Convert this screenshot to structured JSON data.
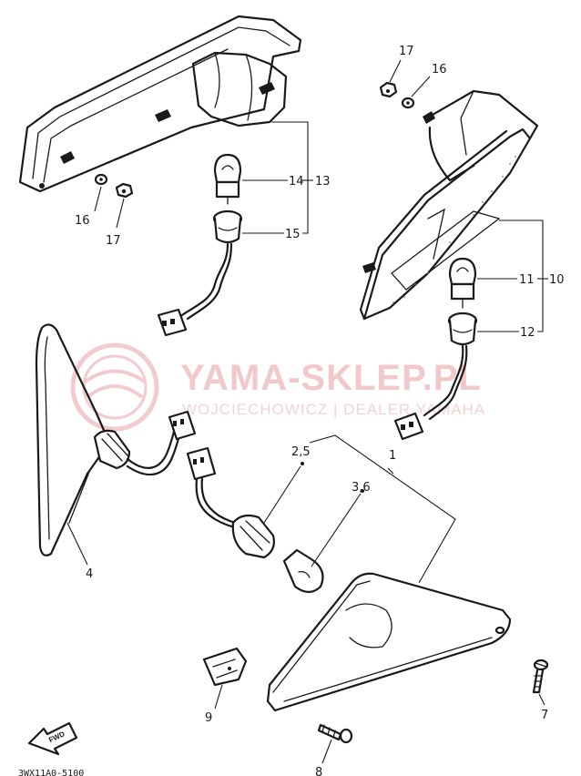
{
  "watermark": {
    "brand": "YAMA-SKLEP.PL",
    "dealer": "WOJCIECHOWICZ | DEALER YAMAHA"
  },
  "labels": {
    "l1": "1",
    "l2_5": "2,5",
    "l3_6": "3,6",
    "l4": "4",
    "l7": "7",
    "l8": "8",
    "l9": "9",
    "l10": "10",
    "l11": "11",
    "l12": "12",
    "l13": "13",
    "l14": "14",
    "l15": "15",
    "l16a": "16",
    "l16b": "16",
    "l17a": "17",
    "l17b": "17"
  },
  "front_arrow": "FWD",
  "figure_code": "3WX11A0-5100"
}
